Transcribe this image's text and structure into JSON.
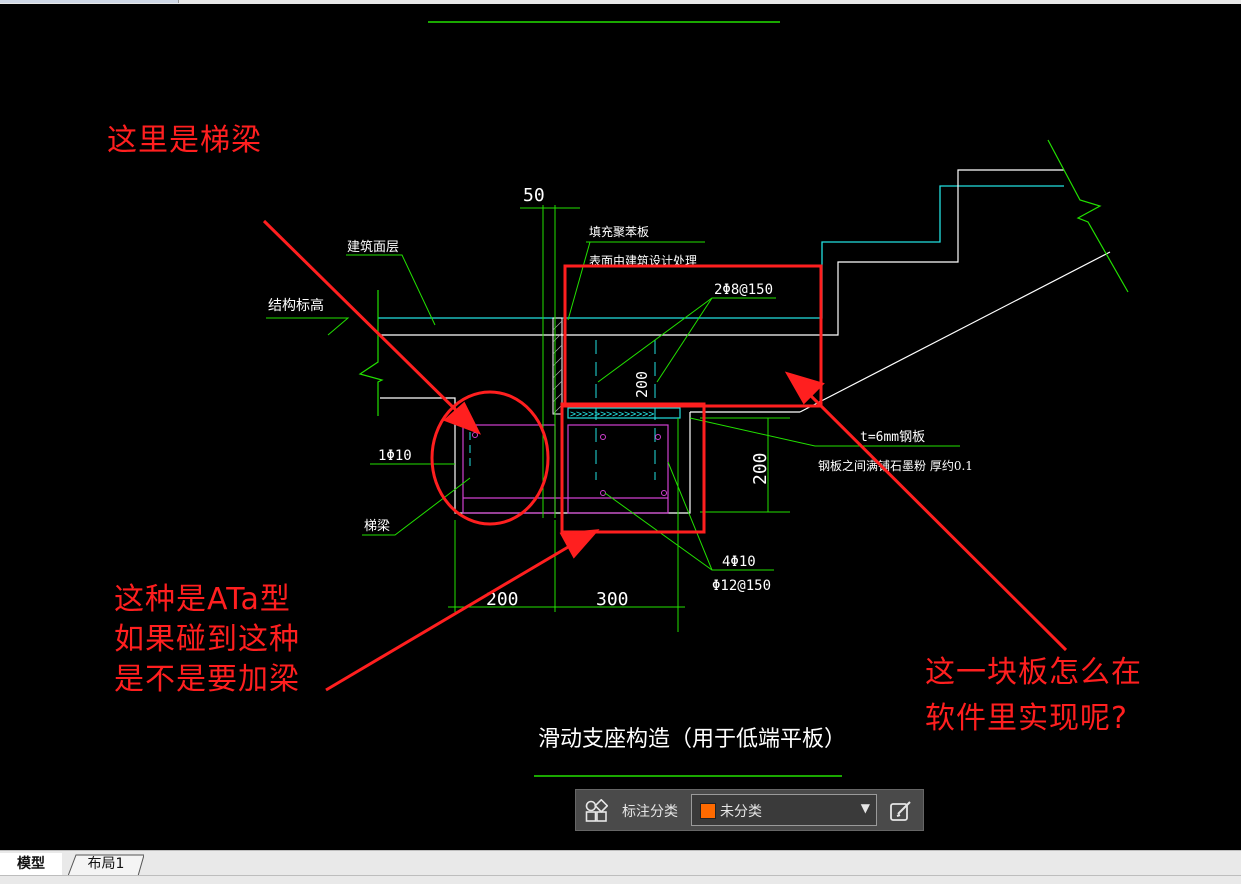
{
  "drawing": {
    "texts": {
      "dim_50": "50",
      "fill_board": "填充聚苯板",
      "surface_note": "表面由建筑设计处理",
      "arch_layer": "建筑面层",
      "struct_level": "结构标高",
      "rebar_top": "2Φ8@150",
      "dim_200_v1": "200",
      "dim_200_v2": "200",
      "steel_plate": "t=6mm钢板",
      "graphite_note": "钢板之间满铺石墨粉 厚约0.1",
      "rebar_1": "1Φ10",
      "stair_beam": "梯梁",
      "rebar_4": "4Φ10",
      "stirrup": "Φ12@150",
      "dim_200_h": "200",
      "dim_300_h": "300",
      "caption": "滑动支座构造（用于低端平板）"
    },
    "colors": {
      "line_green": "#22e000",
      "line_cyan": "#22e0e0",
      "line_white": "#ffffff",
      "line_magenta": "#d040d0",
      "annotation_red": "#ff1f1f"
    }
  },
  "annotations": {
    "beam_note": "这里是梯梁",
    "ata_note": "这种是ATa型\n如果碰到这种\n是不是要加梁",
    "slab_note": "这一块板怎么在\n软件里实现呢?"
  },
  "toolbar": {
    "grid_icon": "grid-icon",
    "label": "标注分类",
    "select_value": "未分类",
    "swatch_color": "#ff6a00",
    "edit_icon": "edit-icon"
  },
  "tabs": {
    "model": "模型",
    "layout1": "布局1"
  }
}
